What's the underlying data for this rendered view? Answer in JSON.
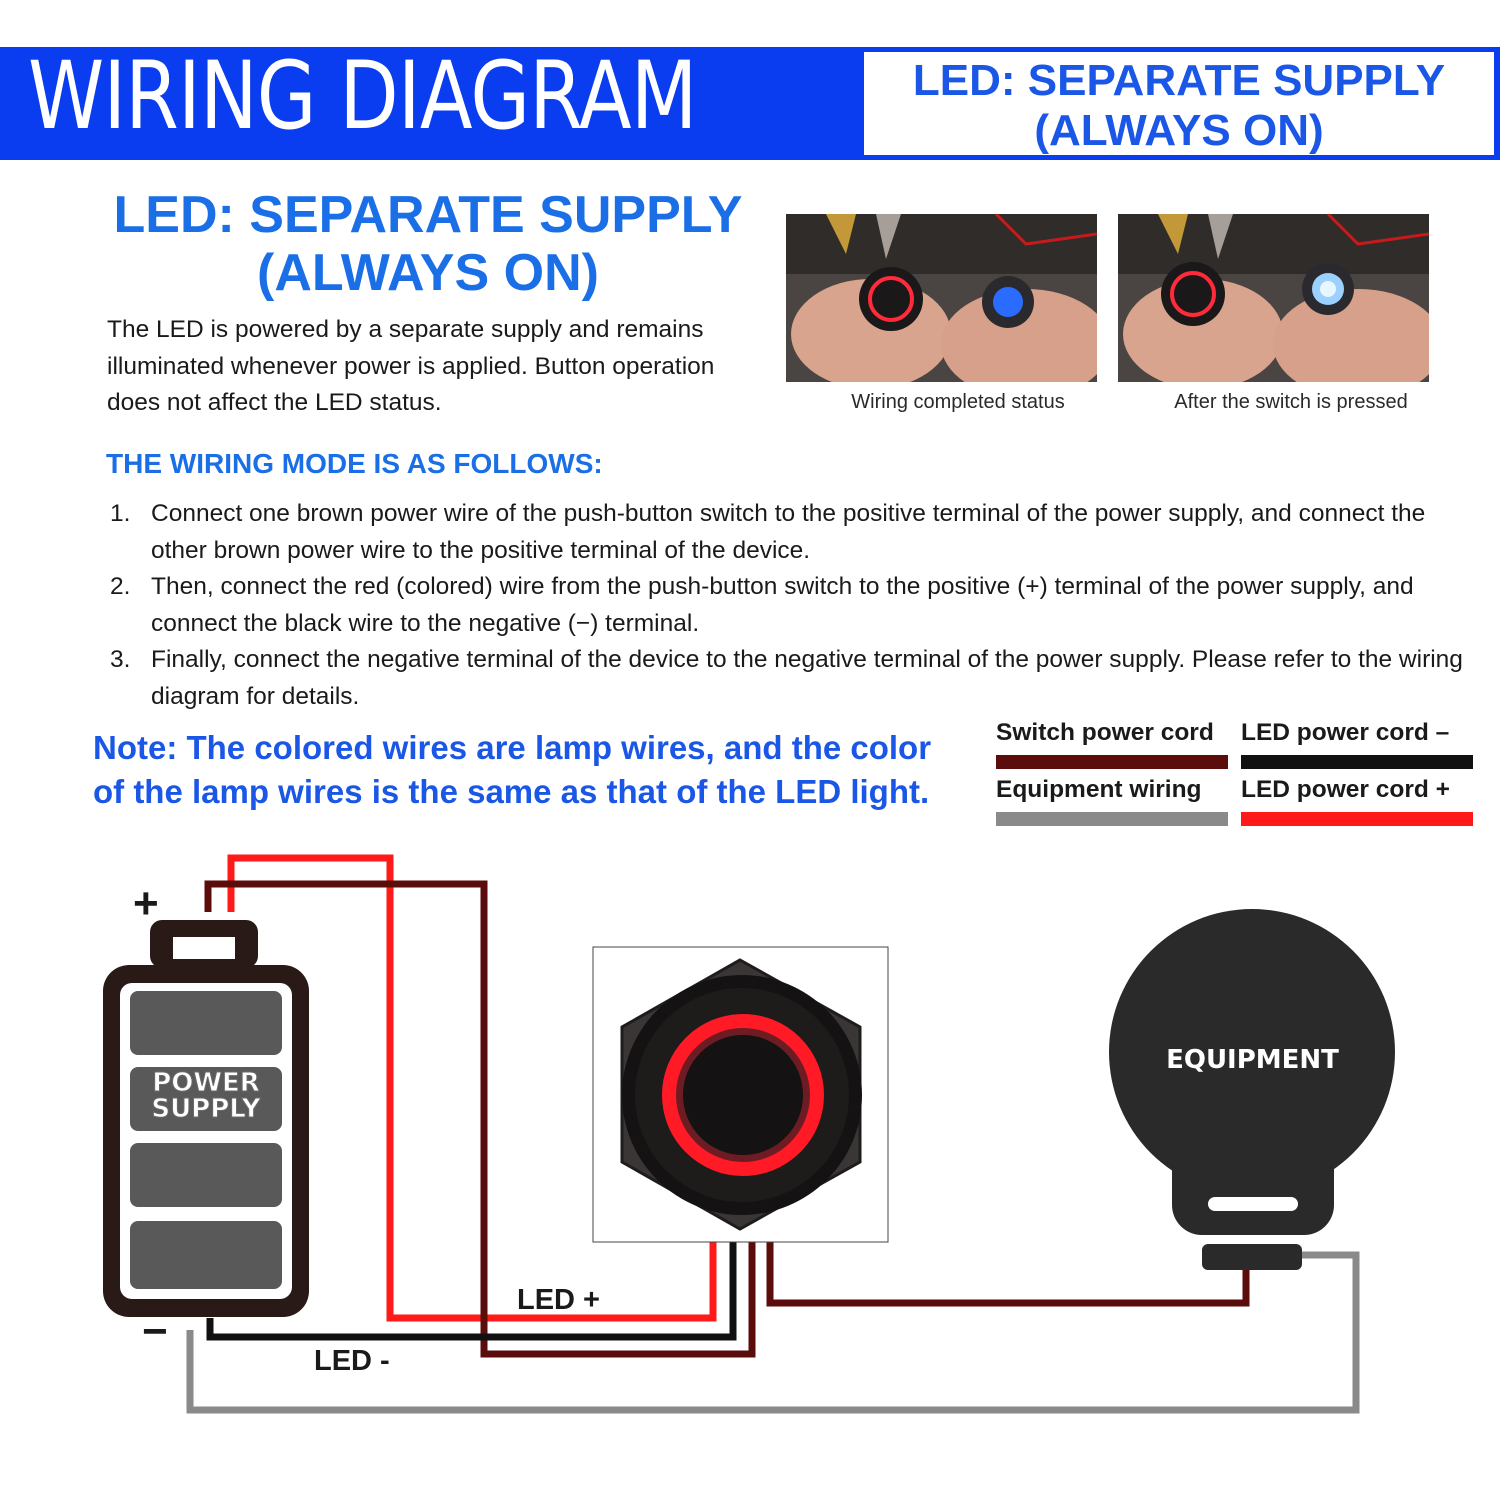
{
  "header": {
    "title": "WIRING DIAGRAM",
    "box_line1": "LED: SEPARATE SUPPLY",
    "box_line2": "(ALWAYS ON)"
  },
  "section": {
    "title_line1": "LED: SEPARATE SUPPLY",
    "title_line2": "(ALWAYS ON)",
    "description": "The LED is powered by a separate supply and remains illuminated whenever power is applied. Button operation does not affect the LED status."
  },
  "photos": [
    {
      "caption": "Wiring completed status"
    },
    {
      "caption": "After the switch is pressed"
    }
  ],
  "wiring_mode": {
    "title": "THE WIRING MODE IS AS FOLLOWS:",
    "steps": [
      {
        "num": "1.",
        "text": "Connect one brown power wire of the push-button switch to the positive terminal of the power supply, and connect the other brown power wire to the positive terminal of the device."
      },
      {
        "num": "2.",
        "text": "Then, connect the red (colored) wire from the push-button switch to the positive (+) terminal of the power supply, and connect the black wire to the negative (−) terminal."
      },
      {
        "num": "3.",
        "text": "Finally, connect the negative terminal of the device to the negative terminal of the power supply. Please refer to the wiring diagram for details."
      }
    ]
  },
  "note": {
    "line1": "Note: The colored wires are lamp wires, and the color",
    "line2": "of the lamp wires is the same as that of the LED light."
  },
  "legend": [
    {
      "label": "Switch power cord",
      "color": "#5a0d0a"
    },
    {
      "label": "LED power cord –",
      "color": "#111111"
    },
    {
      "label": "Equipment wiring",
      "color": "#8a8a8a"
    },
    {
      "label": "LED power cord +",
      "color": "#ff1a1a"
    }
  ],
  "diagram": {
    "plus_sign": "+",
    "minus_sign": "−",
    "power_supply_line1": "POWER",
    "power_supply_line2": "SUPPLY",
    "equipment": "EQUIPMENT",
    "led_plus": "LED +",
    "led_minus": "LED -"
  }
}
